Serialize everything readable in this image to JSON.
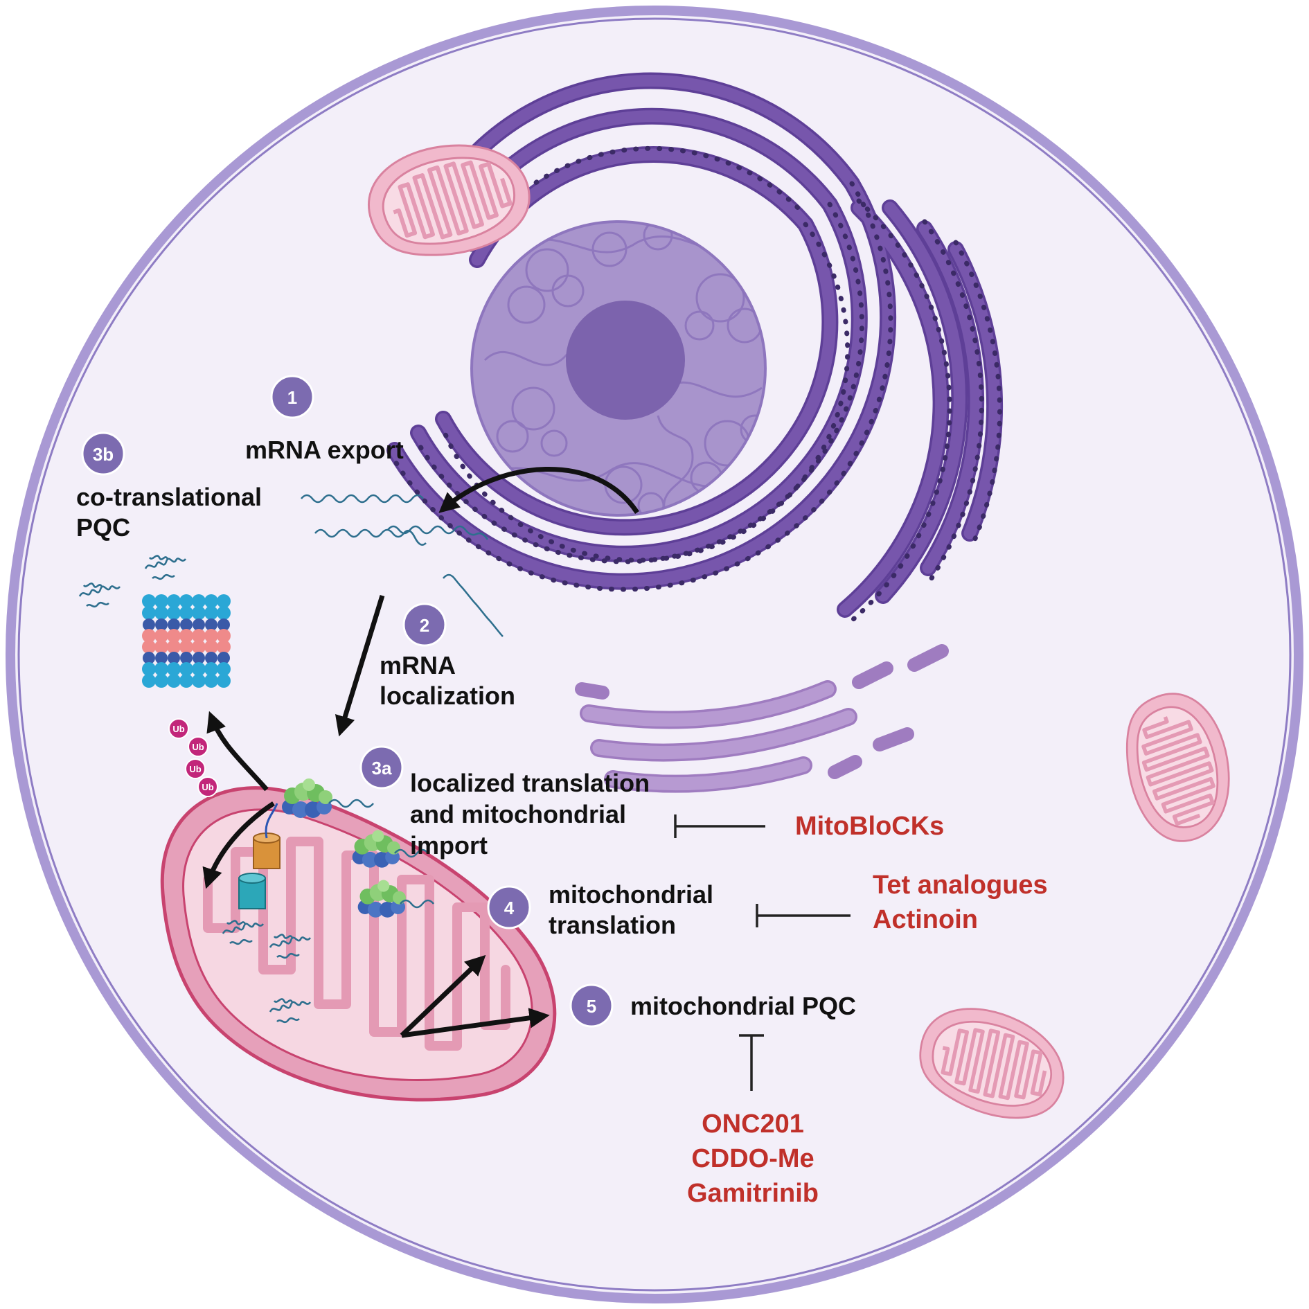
{
  "labels": {
    "step1": "mRNA export",
    "step2_line1": "mRNA",
    "step2_line2": "localization",
    "step3a_line1": "localized translation",
    "step3a_line2": "and mitochondrial",
    "step3a_line3": "import",
    "step3b_line1": "co-translational",
    "step3b_line2": "PQC",
    "step4_line1": "mitochondrial",
    "step4_line2": "translation",
    "step5": "mitochondrial PQC"
  },
  "badges": {
    "b1": "1",
    "b2": "2",
    "b3a": "3a",
    "b3b": "3b",
    "b4": "4",
    "b5": "5"
  },
  "drugs": {
    "mitoblocks": "MitoBloCKs",
    "tet_analogues": "Tet analogues",
    "actinoin": "Actinoin",
    "onc201": "ONC201",
    "cddo_me": "CDDO-Me",
    "gamitrinib": "Gamitrinib"
  },
  "ubiquitin": {
    "label": "Ub"
  },
  "colors": {
    "cell_membrane": "#a999d4",
    "cytoplasm": "#f3eff9",
    "nucleus": "#a894cc",
    "nucleolus": "#7c63ad",
    "er": "#7756ac",
    "mitochondrion": "#e6a0ba",
    "mito_outline": "#c8436f",
    "badge": "#7c6bb0",
    "drug_text": "#c0302a",
    "proteasome_blue": "#2aa7d6",
    "proteasome_pink": "#ef8a8a",
    "ribosome_green": "#6fbe5f",
    "ubiquitin": "#c2267a"
  },
  "icons": [
    "cell-membrane",
    "nucleus",
    "nucleolus",
    "chromatin",
    "rough-er",
    "golgi",
    "mitochondrion",
    "mrna-strand",
    "ribosome",
    "proteasome",
    "ubiquitin-chain",
    "tom-channel",
    "tim-channel",
    "misfolded-protein"
  ]
}
